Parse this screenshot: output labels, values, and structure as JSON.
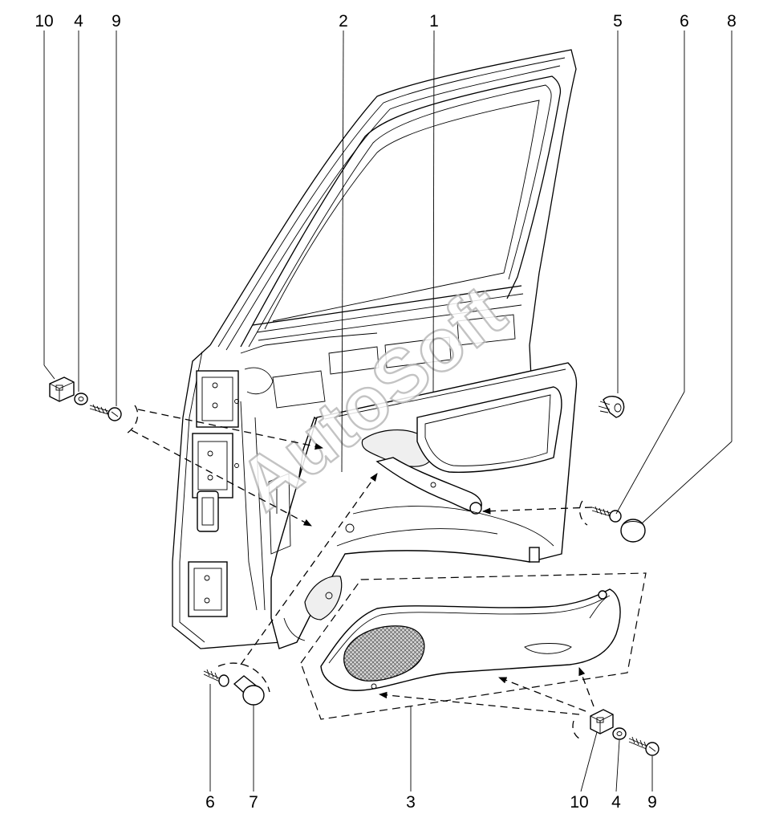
{
  "callouts_top": [
    "10",
    "4",
    "9",
    "2",
    "1",
    "5",
    "6",
    "8"
  ],
  "callouts_bottom": [
    "6",
    "7",
    "3",
    "10",
    "4",
    "9"
  ],
  "watermark": "AutoSoft"
}
